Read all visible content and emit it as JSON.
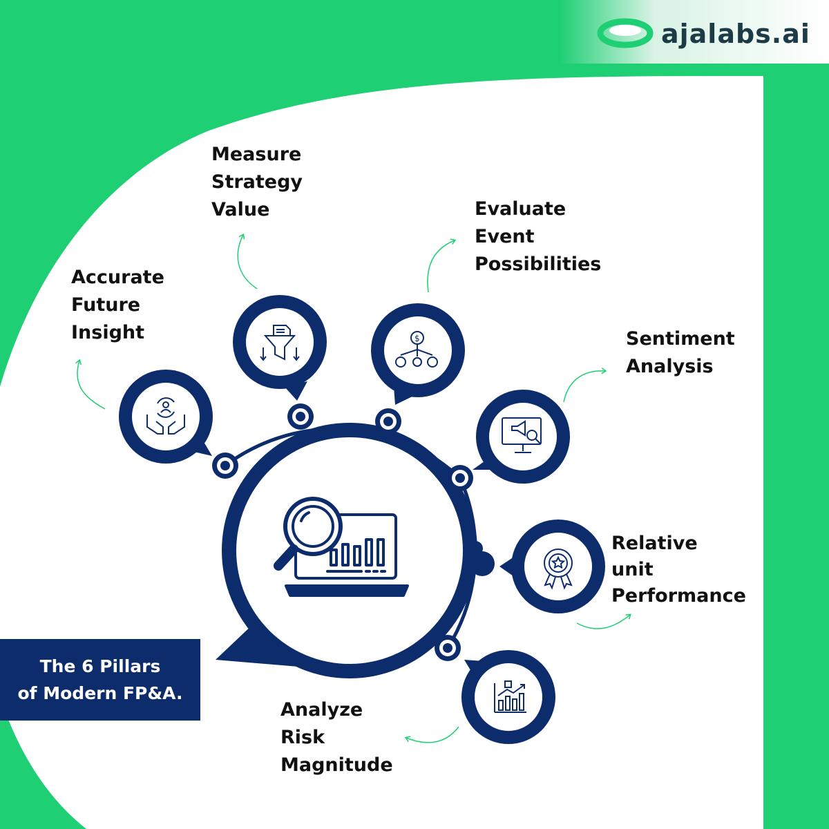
{
  "brand": {
    "name": "ajalabs.ai"
  },
  "title": {
    "line1": "The 6 Pillars",
    "line2": "of Modern FP&A."
  },
  "pillars": [
    {
      "label": "Accurate\nFuture\nInsight",
      "icon": "hands-cycle-person-icon"
    },
    {
      "label": "Measure\nStrategy\nValue",
      "icon": "document-funnel-icon"
    },
    {
      "label": "Evaluate\nEvent\nPossibilities",
      "icon": "dollar-decision-tree-icon"
    },
    {
      "label": "Sentiment\nAnalysis",
      "icon": "monitor-megaphone-magnifier-icon"
    },
    {
      "label": "Relative\nunit\nPerformance",
      "icon": "award-ribbon-icon"
    },
    {
      "label": "Analyze\nRisk\nMagnitude",
      "icon": "bar-chart-growth-icon"
    }
  ],
  "center": {
    "icon": "laptop-magnifier-chart-icon"
  },
  "colors": {
    "green": "#1ecf74",
    "navy": "#0d2c6c",
    "white": "#ffffff",
    "text": "#111111"
  }
}
